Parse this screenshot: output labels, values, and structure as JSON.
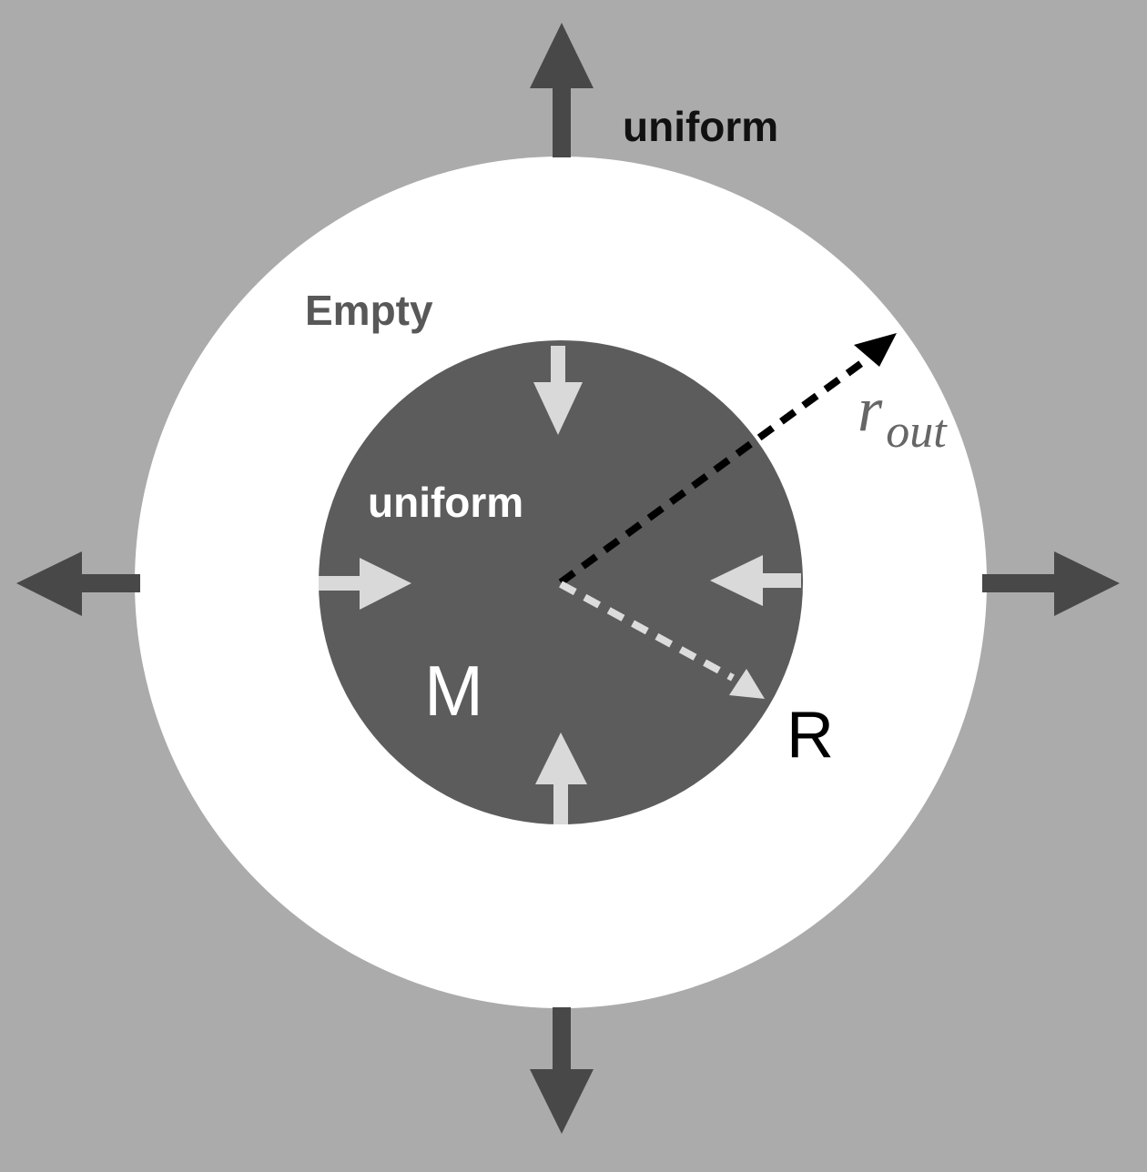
{
  "colors": {
    "background": "#ababab",
    "annulus": "#ffffff",
    "core": "#5c5c5c",
    "outer_arrows": "#484848",
    "inner_arrows": "#d9d9d9",
    "label_empty": "#585858",
    "r_out_label": "#666666",
    "r_out_line": "#000000",
    "R_line": "#dcdcdc"
  },
  "labels": {
    "outer_uniform": "uniform",
    "empty": "Empty",
    "inner_uniform": "uniform",
    "mass": "M",
    "core_radius": "R",
    "outer_radius_main": "r",
    "outer_radius_sub": "out"
  },
  "icons": {
    "outward_arrows": "arrow-outward-icon",
    "inward_arrows": "arrow-inward-icon",
    "radius_arrows": "dashed-arrow-icon"
  }
}
